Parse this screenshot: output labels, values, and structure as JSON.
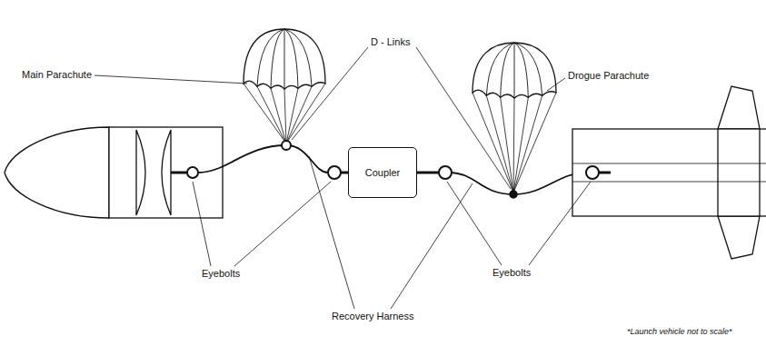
{
  "diagram": {
    "nodes": [
      {
        "text": [
          "Coupler"
        ]
      }
    ],
    "labels": [
      "Main Parachute",
      "D - Links",
      "Drogue Parachute",
      "Eyebolts",
      "Recovery Harness",
      "Eyebolts",
      "*Launch vehicle not to scale*"
    ]
  }
}
